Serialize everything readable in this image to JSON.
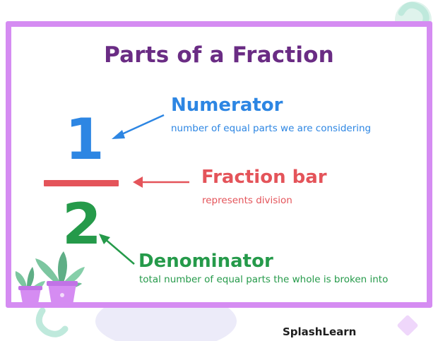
{
  "title": "Parts of a Fraction",
  "fraction": {
    "numerator": "1",
    "denominator": "2"
  },
  "labels": {
    "numerator": {
      "term": "Numerator",
      "description": "number of equal parts we are considering"
    },
    "fraction_bar": {
      "term": "Fraction bar",
      "description": "represents division"
    },
    "denominator": {
      "term": "Denominator",
      "description": "total number of equal parts the whole is broken into"
    }
  },
  "brand": "SplashLearn",
  "colors": {
    "title": "#6a2c84",
    "numerator": "#2d86e3",
    "fraction_bar": "#e4545a",
    "denominator": "#259a4a",
    "frame": "#d58cf2"
  }
}
